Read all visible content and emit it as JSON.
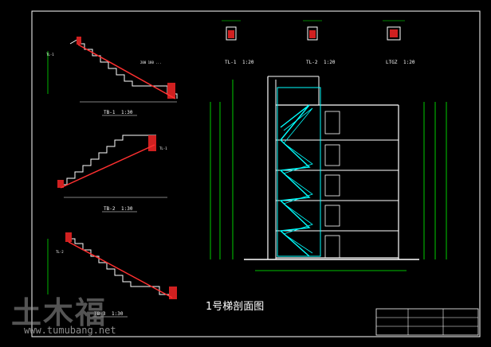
{
  "drawing": {
    "title": "1号梯剖面图",
    "colors": {
      "background": "#000000",
      "frame": "#ffffff",
      "dimension": "#00ff00",
      "stair": "#ff3030",
      "rail": "#00ffff",
      "text": "#ffffff",
      "yellow": "#ffff00"
    }
  },
  "details": [
    {
      "label": "TB-1",
      "scale": "1:30"
    },
    {
      "label": "TB-2",
      "scale": "1:30"
    },
    {
      "label": "TB-3",
      "scale": "1:30"
    },
    {
      "label": "TL-1",
      "scale": "1:20"
    },
    {
      "label": "TL-2",
      "scale": "1:20"
    },
    {
      "label": "LTGZ",
      "scale": "1:20"
    }
  ],
  "watermark": {
    "logo": "土木福",
    "url": "www.tumubang.net"
  }
}
